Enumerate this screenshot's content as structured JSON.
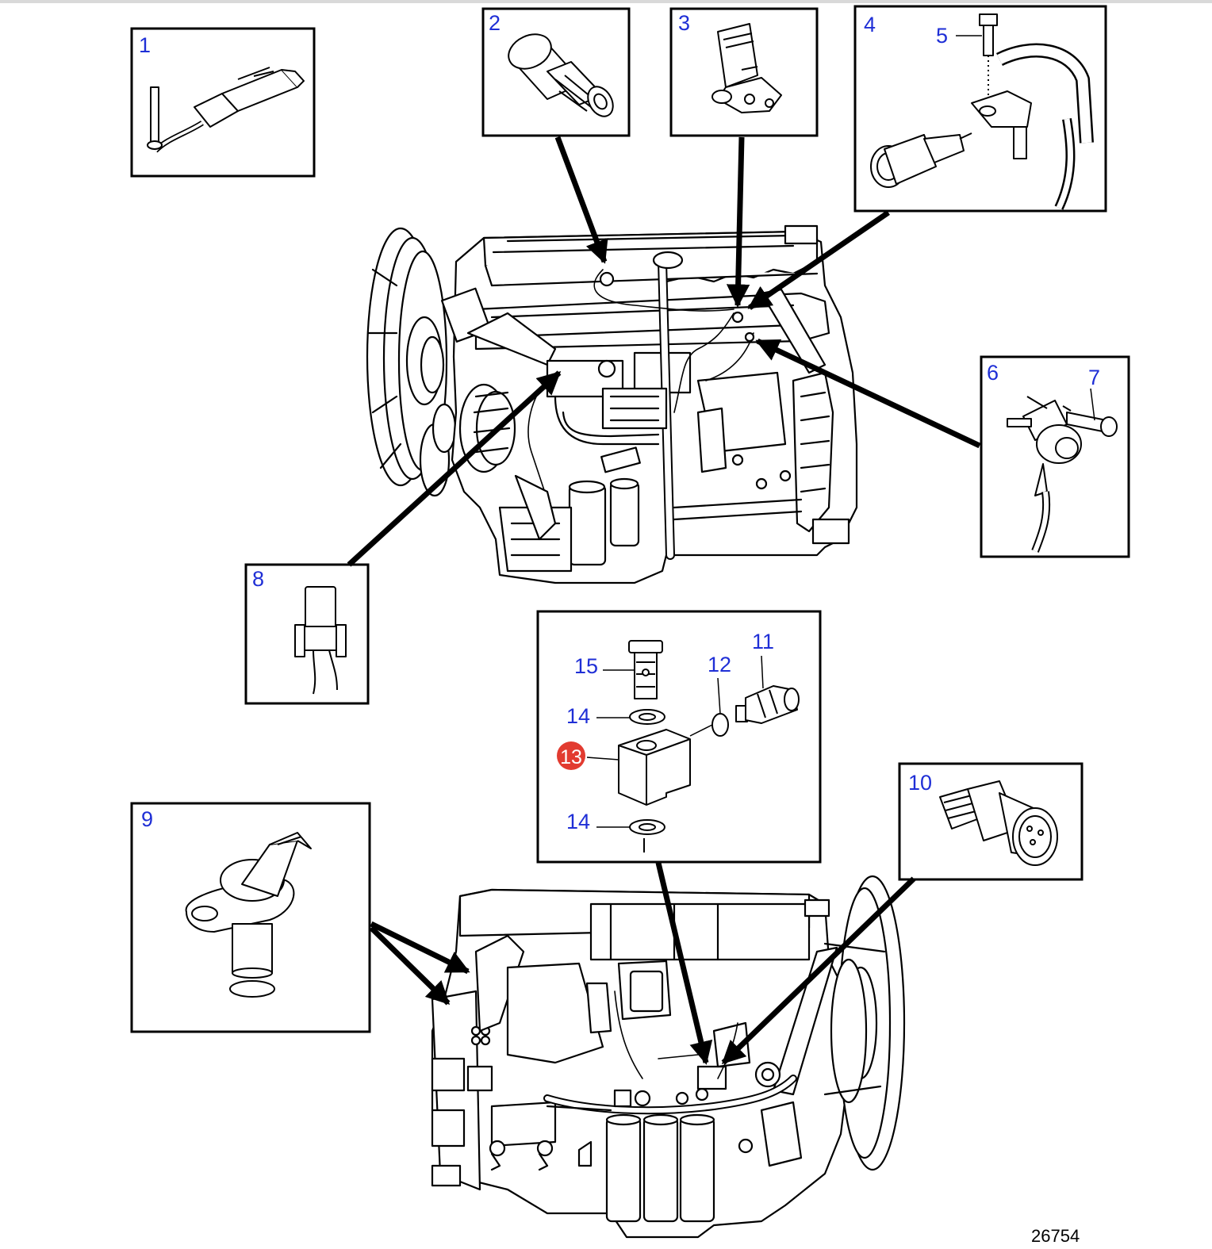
{
  "diagram": {
    "drawing_number": "26754",
    "highlighted_callout": "13",
    "colors": {
      "line": "#000000",
      "callout_text": "#1f2fd6",
      "highlight_fill": "#e23b30",
      "highlight_text": "#ffffff",
      "background": "#ffffff"
    },
    "callouts": {
      "c1": "1",
      "c2": "2",
      "c3": "3",
      "c4": "4",
      "c5": "5",
      "c6": "6",
      "c7": "7",
      "c8": "8",
      "c9": "9",
      "c10": "10",
      "c11": "11",
      "c12": "12",
      "c13": "13",
      "c14a": "14",
      "c14b": "14",
      "c15": "15"
    }
  }
}
